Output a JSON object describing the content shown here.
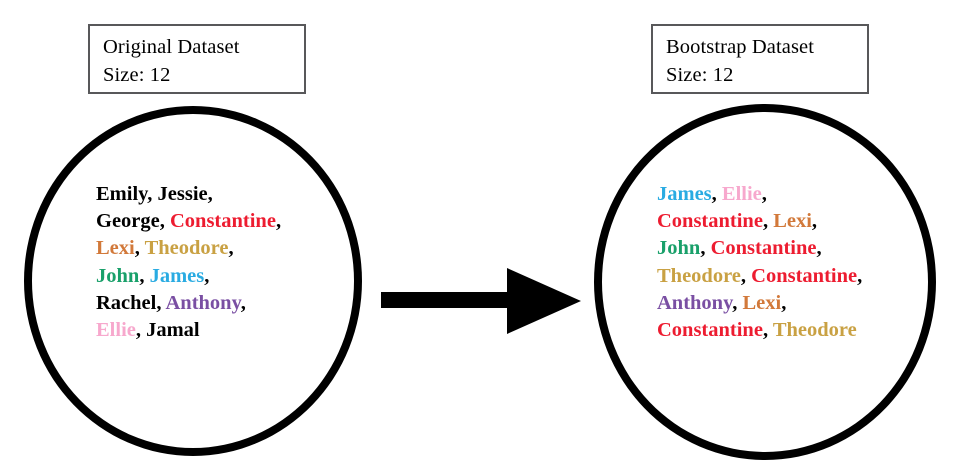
{
  "diagram": {
    "title_semantic": "bootstrap-resampling-diagram",
    "arrow_label": "transforms-to"
  },
  "colors": {
    "black": "#000000",
    "constantine": "#ed1c30",
    "lexi": "#d2793a",
    "theodore": "#c9a143",
    "john": "#19a06a",
    "james": "#29abe2",
    "anthony": "#7a4fa3",
    "ellie": "#f7a8cd",
    "box_border": "#58585a",
    "circle_stroke": "#000000"
  },
  "left_panel": {
    "box": {
      "line1": "Original Dataset",
      "line2": "Size: 12"
    },
    "rows": [
      [
        {
          "name": "Emily",
          "color": "#000000",
          "comma": true
        },
        {
          "name": "Jessie",
          "color": "#000000",
          "comma": true
        }
      ],
      [
        {
          "name": "George",
          "color": "#000000",
          "comma": true
        },
        {
          "name": "Constantine",
          "color": "#ed1c30",
          "comma": true
        }
      ],
      [
        {
          "name": "Lexi",
          "color": "#d2793a",
          "comma": true
        },
        {
          "name": "Theodore",
          "color": "#c9a143",
          "comma": true
        }
      ],
      [
        {
          "name": "John",
          "color": "#19a06a",
          "comma": true
        },
        {
          "name": "James",
          "color": "#29abe2",
          "comma": true
        }
      ],
      [
        {
          "name": "Rachel",
          "color": "#000000",
          "comma": true
        },
        {
          "name": "Anthony",
          "color": "#7a4fa3",
          "comma": true
        }
      ],
      [
        {
          "name": "Ellie",
          "color": "#f7a8cd",
          "comma": true
        },
        {
          "name": "Jamal",
          "color": "#000000",
          "comma": false
        }
      ]
    ]
  },
  "right_panel": {
    "box": {
      "line1": "Bootstrap Dataset",
      "line2": "Size: 12"
    },
    "rows": [
      [
        {
          "name": "James",
          "color": "#29abe2",
          "comma": true
        },
        {
          "name": "Ellie",
          "color": "#f7a8cd",
          "comma": true
        }
      ],
      [
        {
          "name": "Constantine",
          "color": "#ed1c30",
          "comma": true
        },
        {
          "name": "Lexi",
          "color": "#d2793a",
          "comma": true
        }
      ],
      [
        {
          "name": "John",
          "color": "#19a06a",
          "comma": true
        },
        {
          "name": "Constantine",
          "color": "#ed1c30",
          "comma": true
        }
      ],
      [
        {
          "name": "Theodore",
          "color": "#c9a143",
          "comma": true
        },
        {
          "name": "Constantine",
          "color": "#ed1c30",
          "comma": true
        }
      ],
      [
        {
          "name": "Anthony",
          "color": "#7a4fa3",
          "comma": true
        },
        {
          "name": "Lexi",
          "color": "#d2793a",
          "comma": true
        }
      ],
      [
        {
          "name": "Constantine",
          "color": "#ed1c30",
          "comma": true
        },
        {
          "name": "Theodore",
          "color": "#c9a143",
          "comma": false
        }
      ]
    ]
  }
}
